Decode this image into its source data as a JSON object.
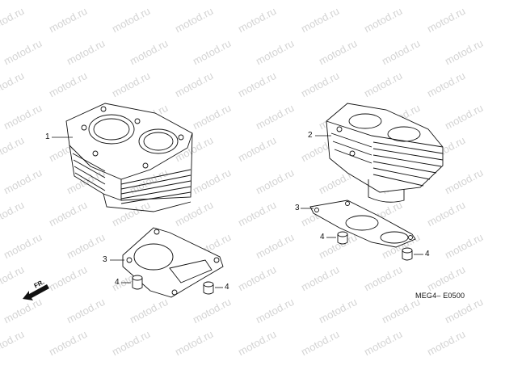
{
  "watermark": {
    "text": "motod.ru"
  },
  "callouts": {
    "c1": "1",
    "c2": "2",
    "c3_left": "3",
    "c3_right": "3",
    "c4_left_a": "4",
    "c4_left_b": "4",
    "c4_right_a": "4",
    "c4_right_b": "4"
  },
  "direction_label": "FR.",
  "diagram_code": "MEG4– E0500"
}
